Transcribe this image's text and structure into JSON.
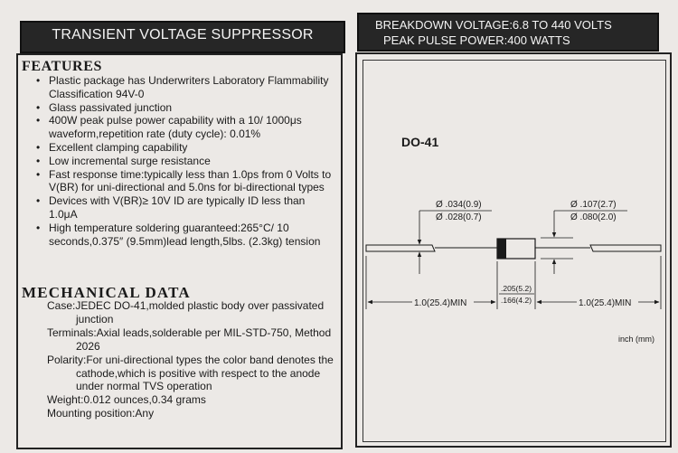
{
  "header": {
    "title": "TRANSIENT VOLTAGE SUPPRESSOR",
    "breakdown_voltage": "BREAKDOWN VOLTAGE:6.8  TO  440   VOLTS",
    "peak_pulse_power": "PEAK PULSE POWER:400   WATTS"
  },
  "features": {
    "heading": "FEATURES",
    "bullet": "•",
    "items": [
      "Plastic package has Underwriters Laboratory Flammability Classification 94V-0",
      "Glass passivated junction",
      "400W peak pulse power capability with a 10/ 1000μs waveform,repetition rate (duty cycle): 0.01%",
      "Excellent clamping capability",
      "Low incremental surge resistance",
      "Fast response time:typically less than 1.0ps from 0 Volts to V(BR)  for uni-directional and 5.0ns for bi-directional types",
      "Devices with V(BR)≥ 10V ID are typically ID less than 1.0μA",
      "High temperature soldering guaranteed:265°C/ 10 seconds,0.375″  (9.5mm)lead length,5lbs. (2.3kg) tension"
    ]
  },
  "mechanical": {
    "heading": "MECHANICAL  DATA",
    "items": [
      "Case:JEDEC DO-41,molded plastic body over passivated junction",
      "Terminals:Axial leads,solderable per MIL-STD-750, Method 2026",
      "Polarity:For uni-directional types the color band denotes the cathode,which is positive with respect to the anode under normal TVS operation",
      "Weight:0.012 ounces,0.34 grams",
      "Mounting position:Any"
    ]
  },
  "diagram": {
    "package": "DO-41",
    "lead_dia_max": "Ø .034(0.9)",
    "lead_dia_min": "Ø .028(0.7)",
    "body_dia_max": "Ø .107(2.7)",
    "body_dia_min": "Ø .080(2.0)",
    "lead_length_left": "1.0(25.4)MIN",
    "lead_length_right": "1.0(25.4)MIN",
    "body_len_max": ".205(5.2)",
    "body_len_min": ".166(4.2)",
    "unit": "inch (mm)"
  }
}
